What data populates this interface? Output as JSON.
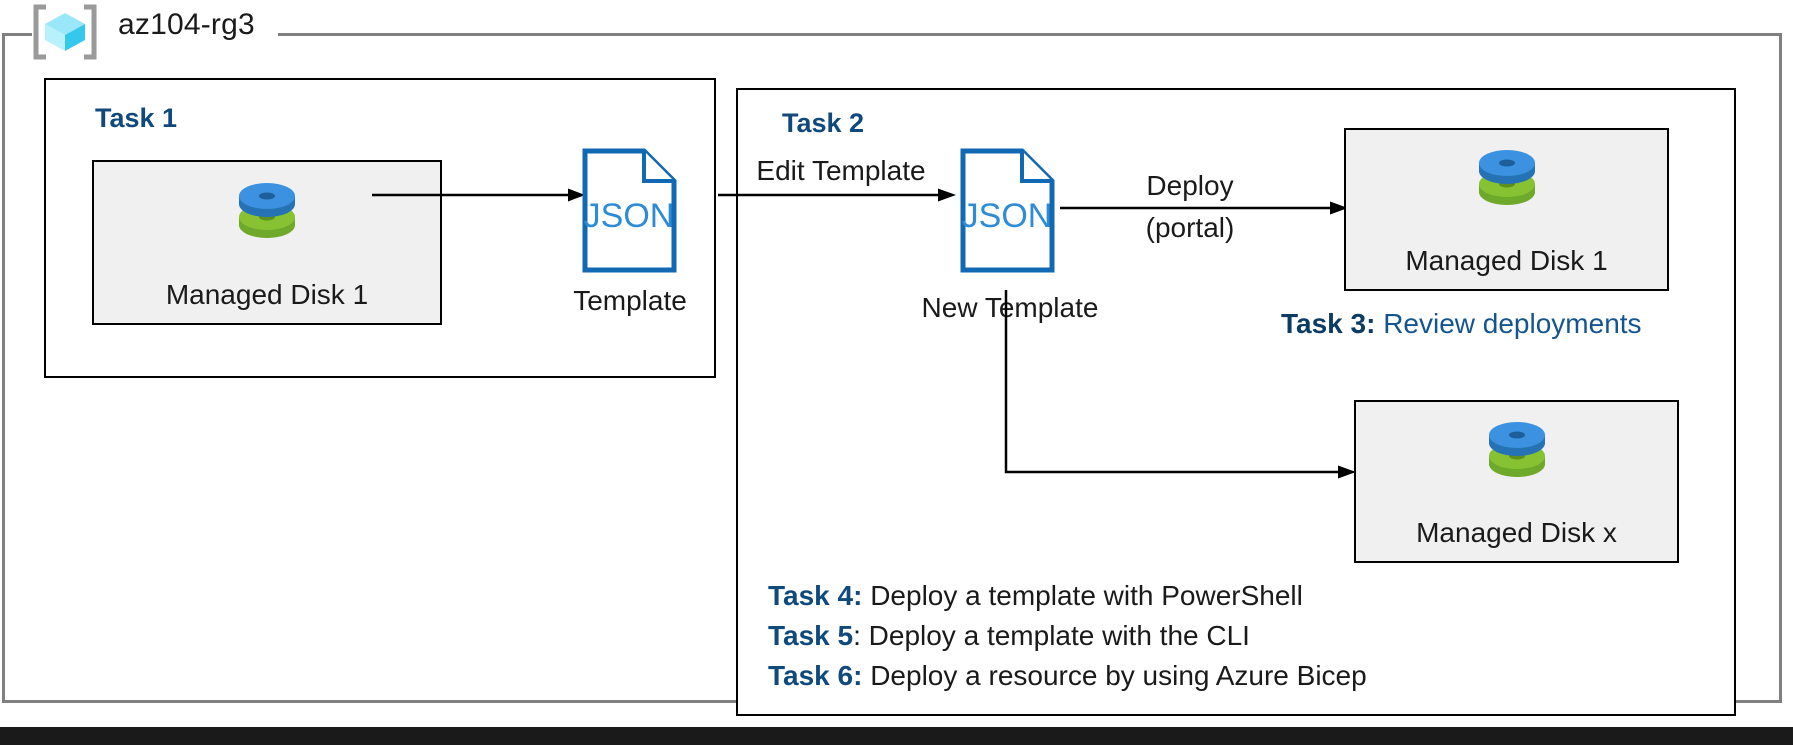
{
  "resource_group": {
    "name": "az104-rg3",
    "icon": "azure-resource-group-cube-icon"
  },
  "task1": {
    "label": "Task 1",
    "resource": {
      "name": "Managed Disk 1",
      "icon": "managed-disk-icon"
    },
    "template": {
      "file_type": "JSON",
      "caption": "Template",
      "icon": "json-file-icon"
    },
    "arrow_label": ""
  },
  "task2": {
    "label": "Task 2",
    "edit_arrow_label": "Edit Template",
    "new_template": {
      "file_type": "JSON",
      "caption": "New Template",
      "icon": "json-file-icon"
    },
    "deploy_arrow_label_line1": "Deploy",
    "deploy_arrow_label_line2": "(portal)",
    "deployed_resource": {
      "name": "Managed Disk 1",
      "icon": "managed-disk-icon"
    },
    "scripted_resource": {
      "name": "Managed Disk x",
      "icon": "managed-disk-icon"
    }
  },
  "task3": {
    "label": "Task 3:",
    "text": "Review deployments"
  },
  "task_list": [
    {
      "label": "Task 4:",
      "text": "Deploy a template with PowerShell"
    },
    {
      "label": "Task 5",
      "text": ": Deploy a template with the CLI"
    },
    {
      "label": "Task 6:",
      "text": "Deploy a resource by using Azure Bicep"
    }
  ],
  "colors": {
    "task_heading_blue": "#104A7D",
    "json_outline_blue": "#1168B3",
    "json_text_blue": "#2E8BD6",
    "disk_blue": "#3C91E0",
    "disk_green": "#7AB12E",
    "frame_gray": "#808080",
    "resource_box_fill": "#f0f0f0",
    "cube_cyan": "#61D9F5"
  }
}
